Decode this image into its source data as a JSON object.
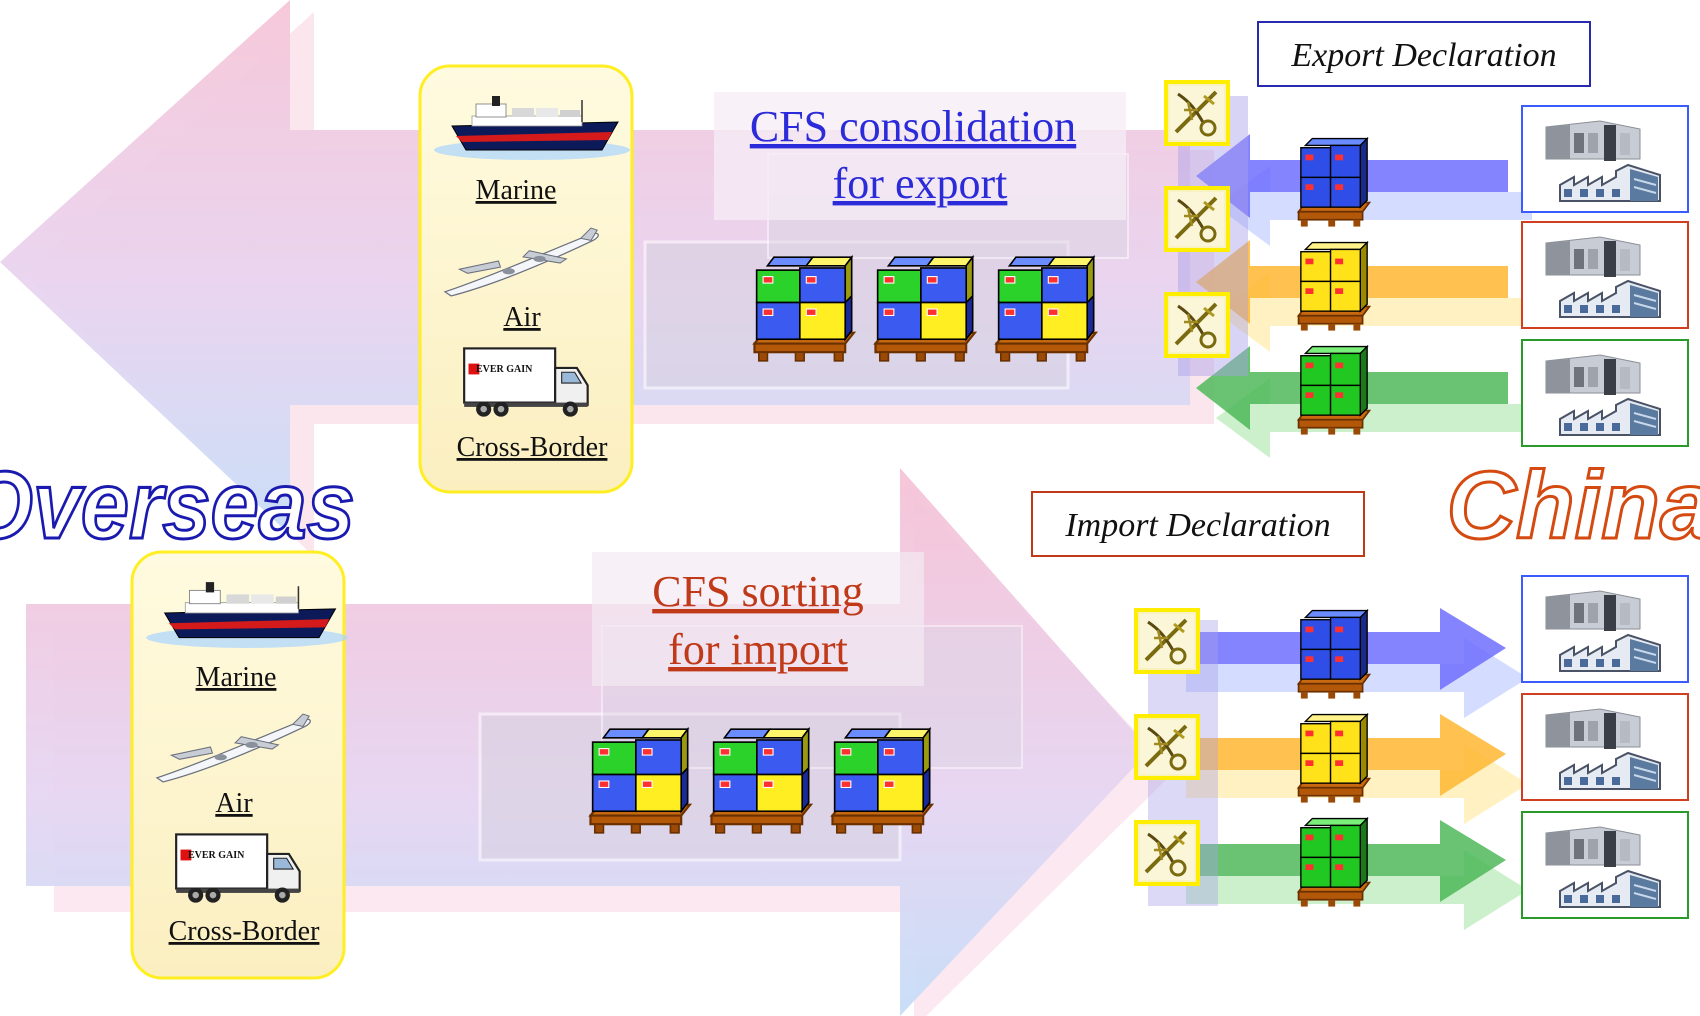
{
  "diagram": {
    "export_section": {
      "transport_modes": [
        {
          "label": "Marine",
          "icon": "ship-icon"
        },
        {
          "label": "Air",
          "icon": "airplane-icon"
        },
        {
          "label": "Cross-Border",
          "icon": "truck-icon"
        }
      ],
      "truck_brand": "EVER GAIN",
      "cfs_line1": "CFS consolidation",
      "cfs_line2": "for export",
      "declaration": "Export Declaration",
      "cfs_color": "#2b2bd9",
      "declaration_border": "#2a2ab0"
    },
    "import_section": {
      "transport_modes": [
        {
          "label": "Marine",
          "icon": "ship-icon"
        },
        {
          "label": "Air",
          "icon": "airplane-icon"
        },
        {
          "label": "Cross-Border",
          "icon": "truck-icon"
        }
      ],
      "truck_brand": "EVER GAIN",
      "cfs_line1": "CFS sorting",
      "cfs_line2": "for import",
      "declaration": "Import Declaration",
      "cfs_color": "#c03a1a",
      "declaration_border": "#c03a1a"
    },
    "region_left": "Overseas",
    "region_right": "China",
    "lane_colors": [
      "#3a3aff",
      "#ffb400",
      "#2aa83a"
    ],
    "frame_colors": [
      "#3a5cff",
      "#d04020",
      "#2a9a2a"
    ]
  }
}
